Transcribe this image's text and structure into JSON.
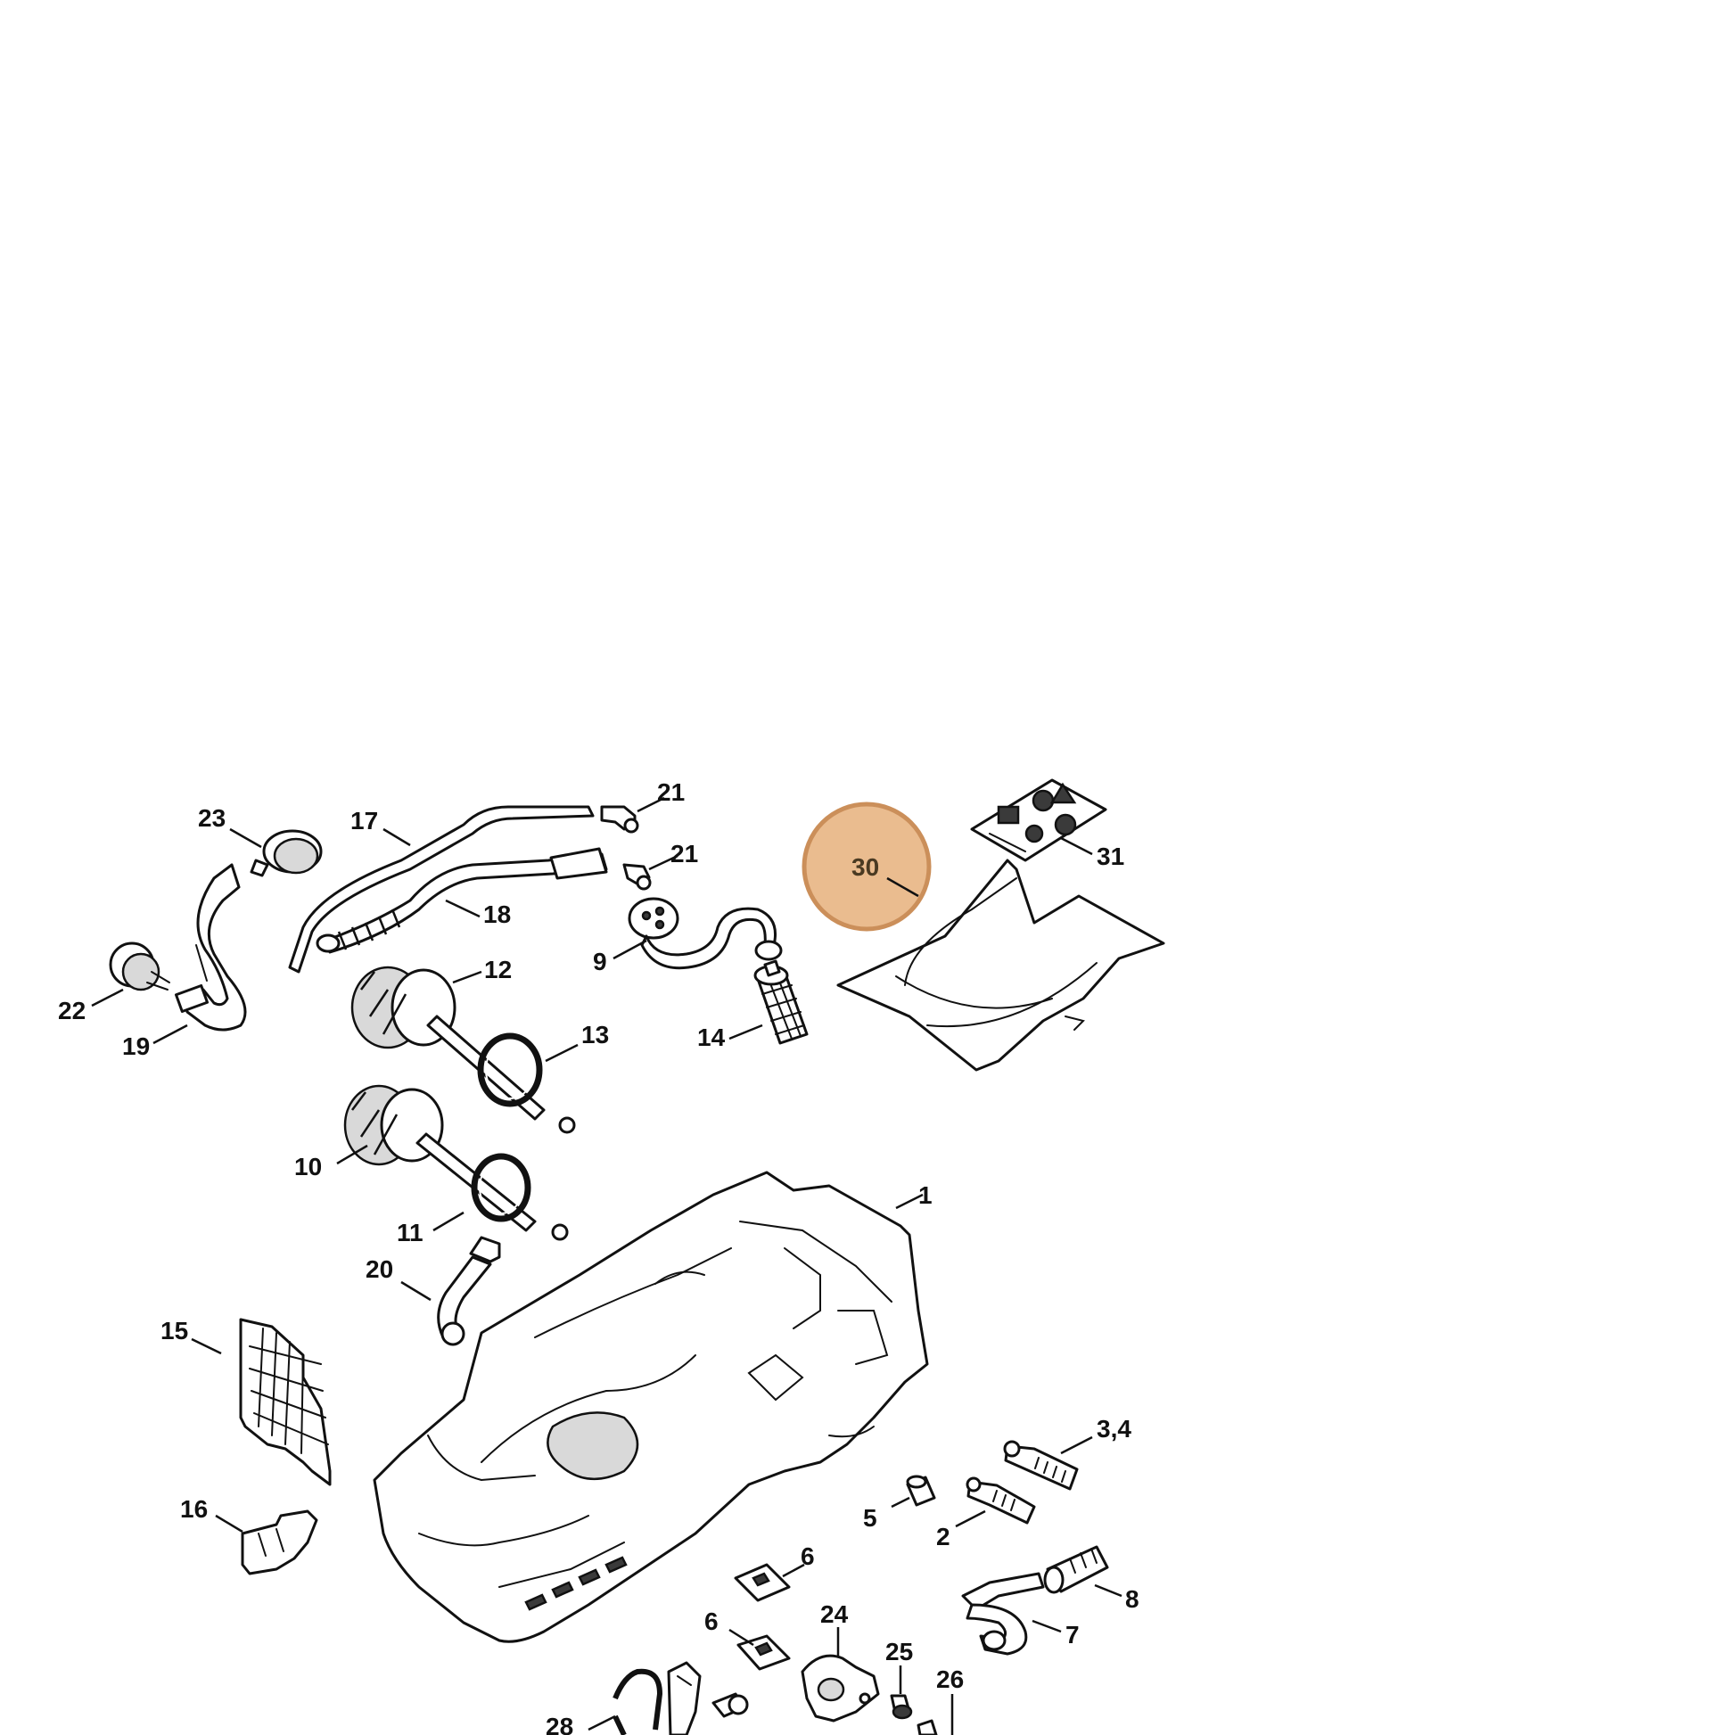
{
  "diagram": {
    "highlight_color": "#e9b98a",
    "highlight_stroke": "#c98a52",
    "labels": {
      "p1": "1",
      "p2": "2",
      "p34": "3,4",
      "p5": "5",
      "p6a": "6",
      "p6b": "6",
      "p7": "7",
      "p8": "8",
      "p9": "9",
      "p10": "10",
      "p11": "11",
      "p12": "12",
      "p13": "13",
      "p14": "14",
      "p15": "15",
      "p16": "16",
      "p17": "17",
      "p18": "18",
      "p19": "19",
      "p20": "20",
      "p21a": "21",
      "p21b": "21",
      "p22": "22",
      "p23": "23",
      "p24": "24",
      "p25": "25",
      "p26": "26",
      "p28": "28",
      "p30": "30",
      "p31": "31"
    },
    "icons": [
      "warning-triangle-icon",
      "eye-protection-icon",
      "ear-protection-icon",
      "read-manual-icon"
    ]
  }
}
